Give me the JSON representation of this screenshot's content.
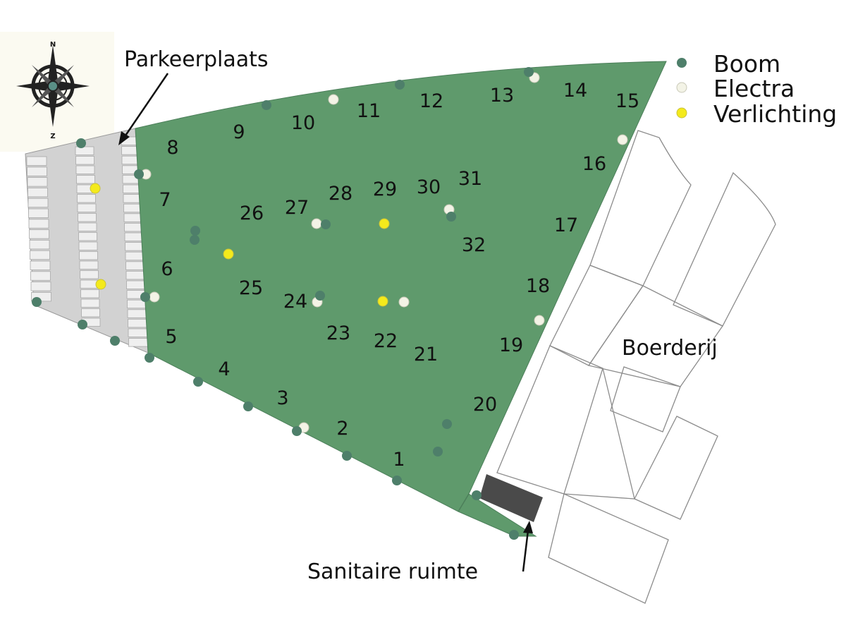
{
  "labels": {
    "parking": "Parkeerplaats",
    "farm": "Boerderij",
    "sanitary": "Sanitaire ruimte"
  },
  "compass": {
    "north": "N",
    "south": "Z"
  },
  "legend": [
    {
      "key": "boom",
      "label": "Boom",
      "color": "#4e7f6a"
    },
    {
      "key": "electra",
      "label": "Electra",
      "color": "#f3f3e6"
    },
    {
      "key": "verlichting",
      "label": "Verlichting",
      "color": "#f4ea1c"
    }
  ],
  "colors": {
    "field": "#5f9a6c",
    "parking_lane": "#d2d2d2",
    "parking_spot": "#efefef",
    "sanitary_block": "#4a4a4a",
    "compass_bg": "#fbfaf1"
  },
  "pitches": [
    "1",
    "2",
    "3",
    "4",
    "5",
    "6",
    "7",
    "8",
    "9",
    "10",
    "11",
    "12",
    "13",
    "14",
    "15",
    "16",
    "17",
    "18",
    "19",
    "20",
    "21",
    "22",
    "23",
    "24",
    "25",
    "26",
    "27",
    "28",
    "29",
    "30",
    "31",
    "32"
  ]
}
